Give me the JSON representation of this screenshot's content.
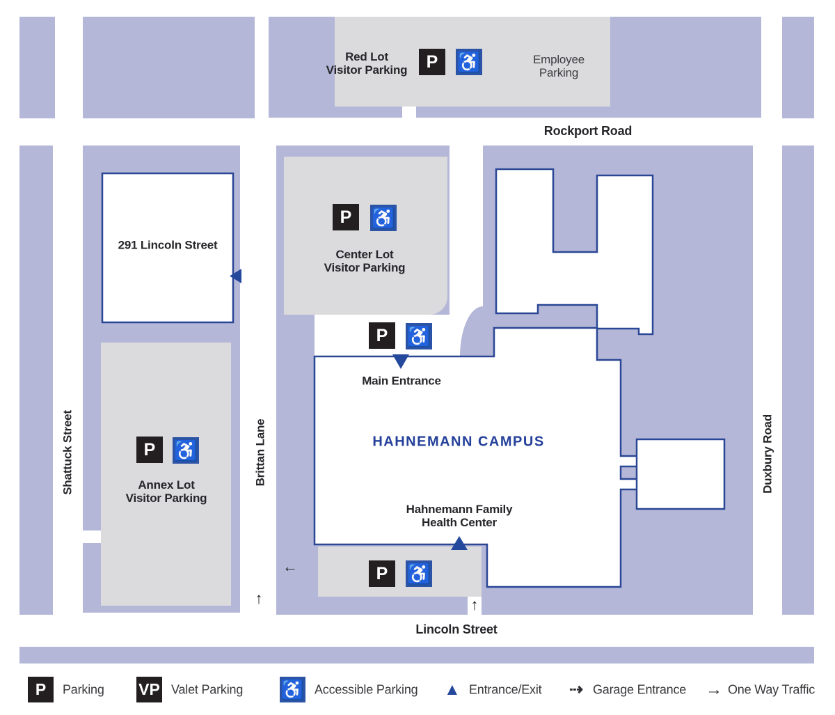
{
  "title": "Hahnemann Campus parking map",
  "colors": {
    "road_block_purple": "#b4b7d7",
    "parking_lot_gray": "#dbdbdd",
    "building_outline_blue": "#2a4796",
    "entrance_blue": "#24489c",
    "accessible_blue": "#2b53a6",
    "parking_black": "#231f20"
  },
  "streets": {
    "rockport": "Rockport Road",
    "lincoln": "Lincoln Street",
    "shattuck": "Shattuck Street",
    "brittan": "Brittan Lane",
    "duxbury": "Duxbury Road"
  },
  "lots": {
    "red": {
      "label": "Red Lot\nVisitor Parking"
    },
    "employee": {
      "label": "Employee\nParking"
    },
    "center": {
      "label": "Center Lot\nVisitor Parking"
    },
    "annex": {
      "label": "Annex Lot\nVisitor Parking"
    }
  },
  "buildings": {
    "b291": {
      "label": "291 Lincoln Street"
    },
    "campus": {
      "label": "HAHNEMANN CAMPUS"
    },
    "health": {
      "label": "Hahnemann Family\nHealth Center"
    }
  },
  "entrances": {
    "main": {
      "label": "Main Entrance"
    }
  },
  "glyphs": {
    "parking": "P",
    "valet": "VP",
    "accessible": "♿",
    "entrance_triangle": "▲",
    "garage_arrow": "⇢",
    "oneway_arrow": "→",
    "arrow_left": "←",
    "arrow_up": "↑"
  },
  "legend": {
    "parking": "Parking",
    "valet": "Valet Parking",
    "accessible": "Accessible Parking",
    "entrance": "Entrance/Exit",
    "garage": "Garage Entrance",
    "oneway": "One Way Traffic"
  }
}
